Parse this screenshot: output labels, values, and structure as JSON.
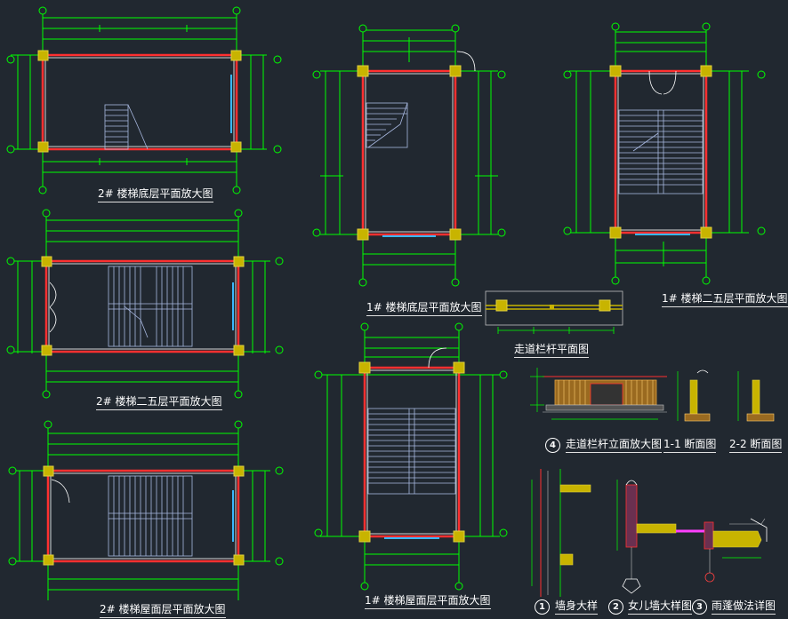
{
  "titles": {
    "t1": "2# 楼梯底层平面放大图",
    "t2": "2# 楼梯二五层平面放大图",
    "t3": "2# 楼梯屋面层平面放大图",
    "t4": "1# 楼梯底层平面放大图",
    "t5": "1# 楼梯二五层平面放大图",
    "t6": "1# 楼梯屋面层平面放大图",
    "t7": "走道栏杆平面图",
    "t8": "走道栏杆立面放大图",
    "t9": "1-1  断面图",
    "t10": "2-2  断面图",
    "t11": "墙身大样",
    "t12": "女儿墙大样图",
    "t13": "雨蓬做法详图"
  },
  "markers": {
    "m4": "4",
    "m1": "1",
    "m2": "2",
    "m3": "3"
  },
  "colors": {
    "background": "#212830",
    "dimension": "#00ff00",
    "wall": "#ff3030",
    "column": "#c8b400",
    "glazing": "#38b8ff",
    "stair": "#a8b8e0",
    "text": "#ffffff"
  }
}
